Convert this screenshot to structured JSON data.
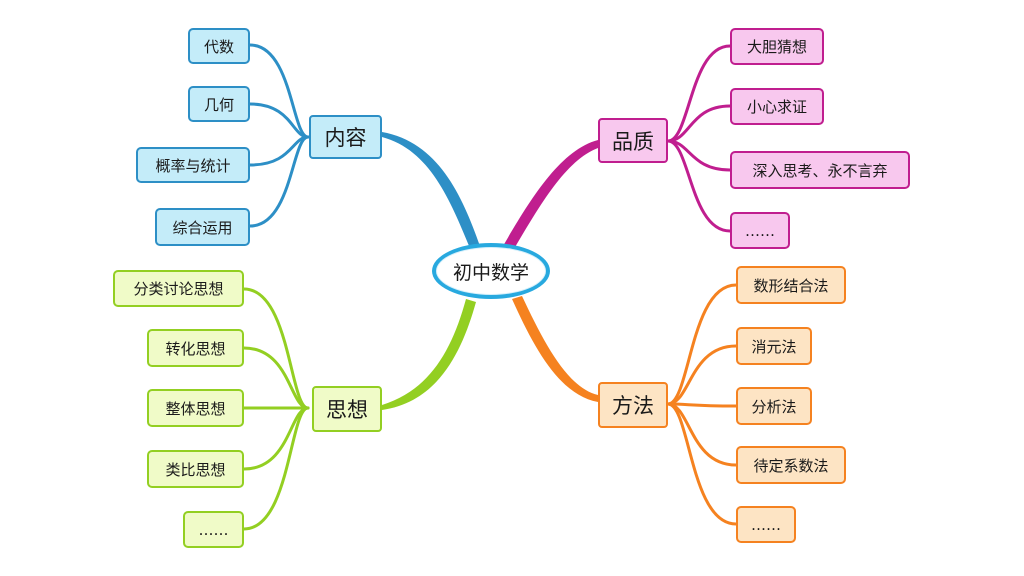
{
  "center": "初中数学",
  "colors": {
    "blue": "#2d8fc6",
    "magenta": "#c01e8f",
    "lime": "#93cf22",
    "orange": "#f58220"
  },
  "branches": {
    "content": {
      "label": "内容",
      "leaves": [
        "代数",
        "几何",
        "概率与统计",
        "综合运用"
      ]
    },
    "quality": {
      "label": "品质",
      "leaves": [
        "大胆猜想",
        "小心求证",
        "深入思考、永不言弃",
        "……"
      ]
    },
    "thought": {
      "label": "思想",
      "leaves": [
        "分类讨论思想",
        "转化思想",
        "整体思想",
        "类比思想",
        "……"
      ]
    },
    "method": {
      "label": "方法",
      "leaves": [
        "数形结合法",
        "消元法",
        "分析法",
        "待定系数法",
        "……"
      ]
    }
  }
}
